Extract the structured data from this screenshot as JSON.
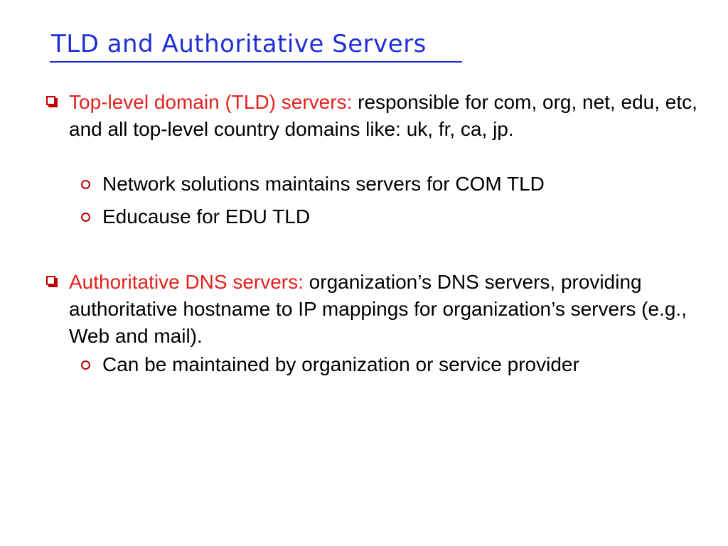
{
  "slide": {
    "title": "TLD and Authoritative Servers",
    "bullets": [
      {
        "lead": "Top-level domain (TLD) servers: ",
        "text": "responsible for com, org, net, edu, etc, and all top-level country domains  like: uk, fr, ca, jp.",
        "subbullets": [
          "Network solutions maintains servers for COM TLD",
          "Educause for EDU  TLD"
        ]
      },
      {
        "lead": "Authoritative DNS servers: ",
        "text": "organization’s DNS servers, providing authoritative hostname to IP mappings for organization’s servers (e.g., Web and mail).",
        "subbullets": [
          "Can be maintained by organization or service provider"
        ]
      }
    ]
  },
  "colors": {
    "title": "#1f2fd6",
    "lead": "#e5211d",
    "bullet_marker": "#c00000",
    "body_text": "#000000"
  },
  "icons": {
    "level1_bullet": "shadowed-square-icon",
    "level2_bullet": "ring-icon"
  }
}
